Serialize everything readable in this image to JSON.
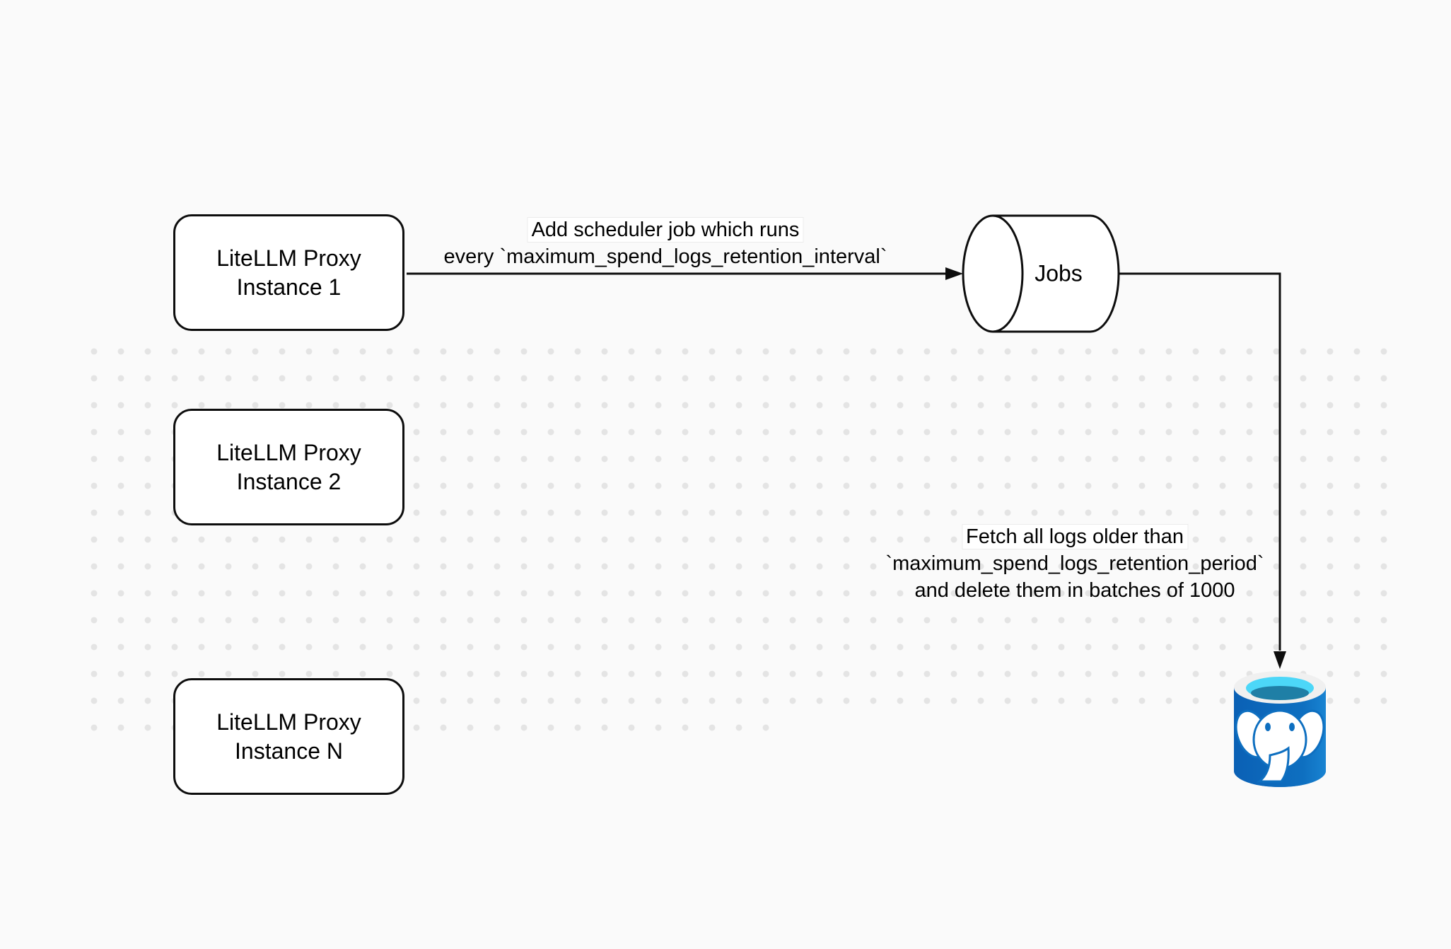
{
  "canvas": {
    "background_color": "#fafafa",
    "dot_color": "#e4e4e4",
    "stroke_color": "#0d0d0d"
  },
  "nodes": {
    "proxy_instances": [
      {
        "line1": "LiteLLM Proxy",
        "line2": "Instance 1"
      },
      {
        "line1": "LiteLLM Proxy",
        "line2": "Instance 2"
      },
      {
        "line1": "LiteLLM Proxy",
        "line2": "Instance N"
      }
    ],
    "jobs_queue": {
      "label": "Jobs"
    },
    "database": {
      "icon": "postgresql-database-icon"
    }
  },
  "edges": {
    "scheduler": {
      "line1": "Add scheduler job which runs",
      "line2": "every `maximum_spend_logs_retention_interval`"
    },
    "fetch_delete": {
      "line1": "Fetch all logs older than",
      "line2": "`maximum_spend_logs_retention_period`",
      "line3": "and delete them in batches of 1000"
    }
  },
  "colors": {
    "db_body": "#0e6fc0",
    "db_body_dark": "#0a5fb4",
    "db_body_light": "#1a86d4",
    "db_rim": "#f0f0f0",
    "db_opening_cyan": "#4cd7f8",
    "db_opening_teal": "#1f7fa6"
  }
}
